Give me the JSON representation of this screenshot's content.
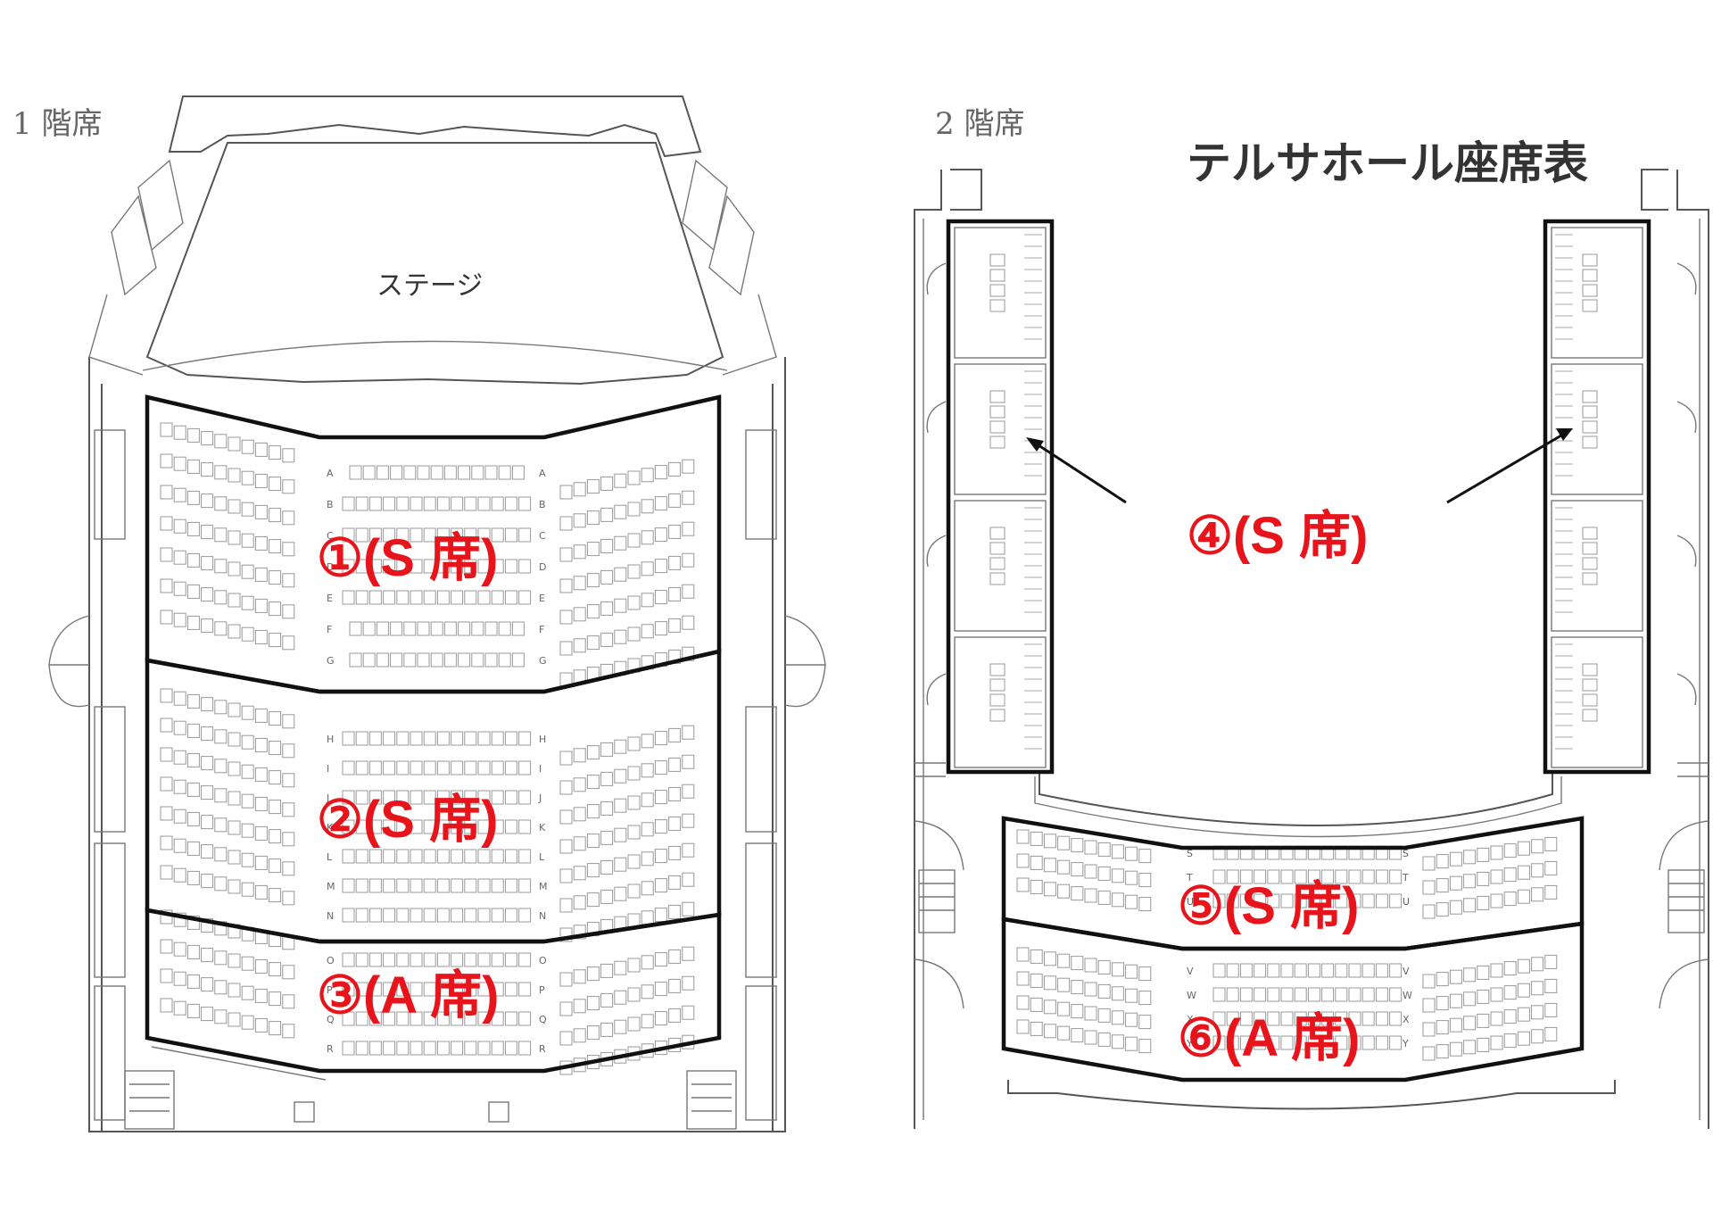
{
  "title": "テルサホール座席表",
  "floors": {
    "first": "1 階席",
    "second": "2 階席"
  },
  "stage_label": "ステージ",
  "zones": [
    {
      "label": "①(S 席)"
    },
    {
      "label": "②(S 席)"
    },
    {
      "label": "③(A 席)"
    },
    {
      "label": "④(S 席)"
    },
    {
      "label": "⑤(S 席)"
    },
    {
      "label": "⑥(A 席)"
    }
  ],
  "row_letters_floor1": [
    "A",
    "B",
    "C",
    "D",
    "E",
    "F",
    "G",
    "H",
    "I",
    "J",
    "K",
    "L",
    "M",
    "N",
    "O",
    "P",
    "Q",
    "R"
  ],
  "row_letters_floor2": [
    "S",
    "T",
    "U",
    "V",
    "W",
    "X",
    "Y"
  ],
  "colors": {
    "zone_border": "#111111",
    "zone_text": "#e8141b",
    "architecture": "#555555",
    "seat_outline": "#999999"
  }
}
